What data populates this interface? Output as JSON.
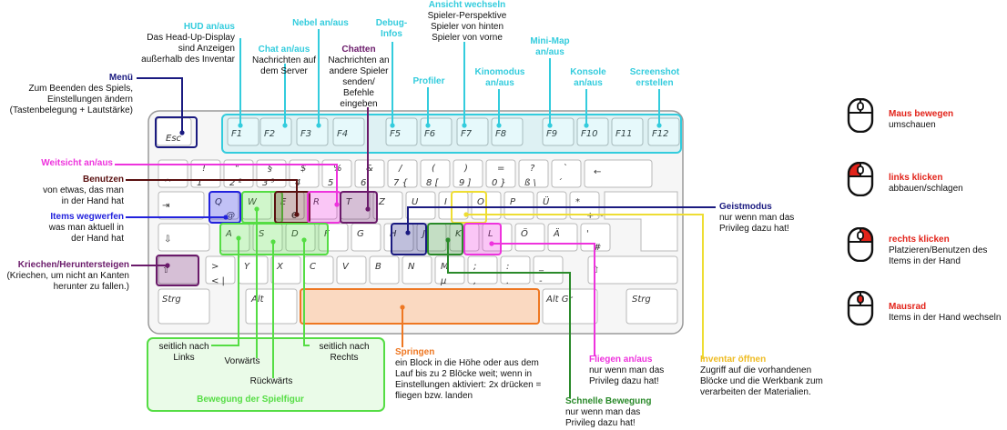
{
  "colors": {
    "cyan": "#33ccdd",
    "navy": "#1a1a80",
    "purple": "#6a1a6a",
    "magenta": "#ee33dd",
    "brown": "#5a1010",
    "blue": "#2222dd",
    "green": "#55dd44",
    "darkgreen": "#2a8a2a",
    "orange": "#ee7722",
    "yellow": "#eedd33",
    "red": "#e2231a"
  },
  "annotations": {
    "hud": {
      "title": "HUD an/aus",
      "desc": "Das Head-Up-Display sind Anzeigen außerhalb des Inventar"
    },
    "chat": {
      "title": "Chat an/aus",
      "desc": "Nachrichten auf dem Server"
    },
    "fog": {
      "title": "Nebel an/aus"
    },
    "chatten": {
      "title": "Chatten",
      "desc": "Nachrichten an andere Spieler senden/ Befehle eingeben"
    },
    "debug": {
      "title": "Debug-Infos"
    },
    "view": {
      "title": "Ansicht wechseln",
      "desc": "Spieler-Perspektive Spieler von hinten Spieler von vorne"
    },
    "profiler": {
      "title": "Profiler"
    },
    "cinema": {
      "title": "Kinomodus an/aus"
    },
    "minimap": {
      "title": "Mini-Map an/aus"
    },
    "console": {
      "title": "Konsole an/aus"
    },
    "screenshot": {
      "title": "Screenshot erstellen"
    },
    "menu": {
      "title": "Menü",
      "desc": "Zum Beenden des Spiels, Einstellungen ändern (Tastenbelegung + Lautstärke)"
    },
    "farview": {
      "title": "Weitsicht an/aus"
    },
    "use": {
      "title": "Benutzen",
      "desc": "von etwas, das man in der Hand hat"
    },
    "drop": {
      "title": "Items wegwerfen",
      "desc": "was man aktuell in der Hand hat"
    },
    "sneak": {
      "title": "Kriechen/Heruntersteigen",
      "desc": "(Kriechen, um nicht an Kanten herunter zu fallen.)"
    },
    "ghost": {
      "title": "Geistmodus",
      "desc": "nur wenn man das Privileg dazu hat!"
    },
    "move_left": {
      "desc": "seitlich nach Links"
    },
    "move_fwd": {
      "desc": "Vorwärts"
    },
    "move_back": {
      "desc": "Rückwärts"
    },
    "move_right": {
      "desc": "seitlich nach Rechts"
    },
    "move_title": {
      "title": "Bewegung der Spielfigur"
    },
    "jump": {
      "title": "Springen",
      "desc": "ein Block in die Höhe oder aus dem Lauf bis zu 2 Blöcke weit; wenn in Einstellungen aktiviert: 2x drücken = fliegen bzw. landen"
    },
    "fly": {
      "title": "Fliegen an/aus",
      "desc": "nur wenn man das Privileg dazu hat!"
    },
    "fast": {
      "title": "Schnelle Bewegung",
      "desc": "nur wenn man das Privileg dazu hat!"
    },
    "inventory": {
      "title": "Inventar öffnen",
      "desc": "Zugriff auf die vorhandenen Blöcke und die Werkbank zum verarbeiten der Materialien."
    }
  },
  "mouse": [
    {
      "title": "Maus bewegen",
      "desc": "umschauen",
      "highlight": "none"
    },
    {
      "title": "links klicken",
      "desc": "abbauen/schlagen",
      "highlight": "left"
    },
    {
      "title": "rechts klicken",
      "desc": "Platzieren/Benutzen des Items in der Hand",
      "highlight": "right"
    },
    {
      "title": "Mausrad",
      "desc": "Items in der Hand wechseln",
      "highlight": "wheel"
    }
  ],
  "keys": {
    "esc": "Esc",
    "f": [
      "F1",
      "F2",
      "F3",
      "F4",
      "F5",
      "F6",
      "F7",
      "F8",
      "F9",
      "F10",
      "F11",
      "F12"
    ],
    "num_top": [
      "!",
      "\"",
      "§",
      "$",
      "%",
      "&",
      "/",
      "(",
      ")",
      "=",
      "?",
      "`"
    ],
    "num_bot": [
      "^",
      "1",
      "2 ²",
      "3 ³",
      "4",
      "5",
      "6",
      "7 {",
      "8 [",
      "9 ]",
      "0 }",
      "ß \\",
      "´"
    ],
    "row_q": [
      "Q",
      "W",
      "E",
      "R",
      "T",
      "Z",
      "U",
      "I",
      "O",
      "P",
      "Ü",
      "*"
    ],
    "row_q_sub": {
      "Q": "@",
      "E": "€",
      "*": "+ ~"
    },
    "row_a": [
      "A",
      "S",
      "D",
      "F",
      "G",
      "H",
      "J",
      "K",
      "L",
      "Ö",
      "Ä",
      "'"
    ],
    "row_a_sub": {
      "'": "#"
    },
    "row_y": [
      ">",
      "Y",
      "X",
      "C",
      "V",
      "B",
      "N",
      "M",
      ";",
      ":",
      "_"
    ],
    "row_y_sub": {
      ">": "< |",
      "M": "µ",
      ";": ",",
      ":": ".",
      "_": "-"
    },
    "strg": "Strg",
    "alt": "Alt",
    "altgr": "Alt Gr",
    "strg_r": "Strg"
  }
}
